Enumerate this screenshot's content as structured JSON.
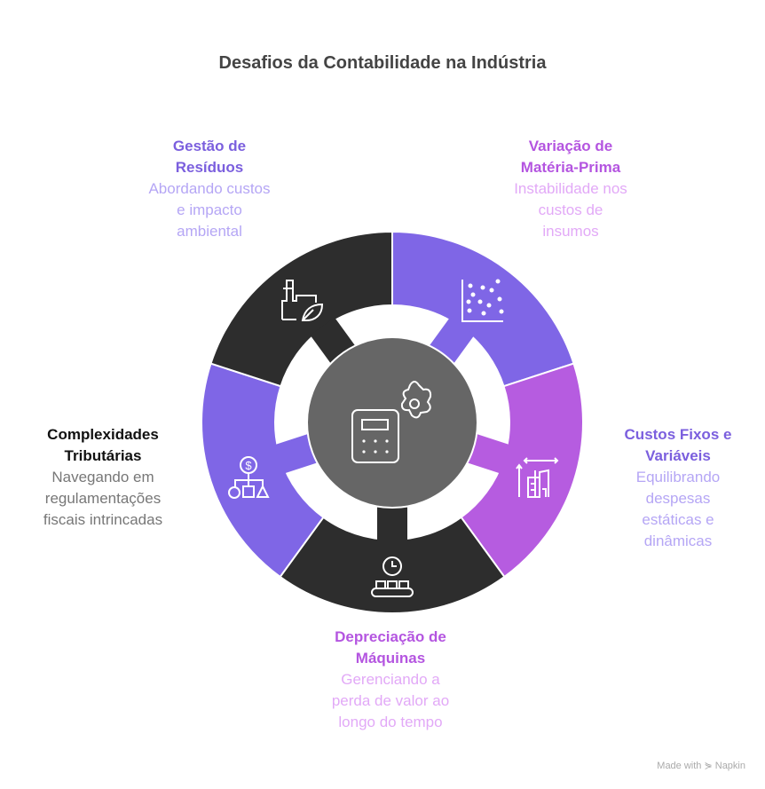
{
  "title": "Desafios da Contabilidade na Indústria",
  "colors": {
    "dark": "#2d2d2d",
    "purple": "#7f66e6",
    "magenta": "#b65ce0",
    "center": "#666666"
  },
  "segments": [
    {
      "id": "variacao",
      "title_lines": [
        "Variação de",
        "Matéria-Prima"
      ],
      "desc_lines": [
        "Instabilidade nos",
        "custos de",
        "insumos"
      ],
      "color": "#7f66e6",
      "title_color": "#b455e0",
      "desc_color": "#e2a9f7",
      "icon": "scatter-plot-icon"
    },
    {
      "id": "custos",
      "title_lines": [
        "Custos Fixos e",
        "Variáveis"
      ],
      "desc_lines": [
        "Equilibrando",
        "despesas",
        "estáticas e",
        "dinâmicas"
      ],
      "color": "#b65ce0",
      "title_color": "#7b5fde",
      "desc_color": "#b5a6f5",
      "icon": "building-growth-icon"
    },
    {
      "id": "depreciacao",
      "title_lines": [
        "Depreciação de",
        "Máquinas"
      ],
      "desc_lines": [
        "Gerenciando a",
        "perda de valor ao",
        "longo do tempo"
      ],
      "color": "#2d2d2d",
      "title_color": "#b455e0",
      "desc_color": "#e2a9f7",
      "icon": "conveyor-clock-icon"
    },
    {
      "id": "complexidades",
      "title_lines": [
        "Complexidades",
        "Tributárias"
      ],
      "desc_lines": [
        "Navegando em",
        "regulamentações",
        "fiscais intrincadas"
      ],
      "color": "#7f66e6",
      "title_color": "#111111",
      "desc_color": "#777777",
      "icon": "tax-hierarchy-icon"
    },
    {
      "id": "gestao",
      "title_lines": [
        "Gestão de",
        "Resíduos"
      ],
      "desc_lines": [
        "Abordando custos",
        "e impacto",
        "ambiental"
      ],
      "color": "#2d2d2d",
      "title_color": "#7b5fde",
      "desc_color": "#b5a6f5",
      "icon": "factory-leaf-icon"
    }
  ],
  "center_icon": "calculator-gear-icon",
  "footer": "Made with ⋟ Napkin"
}
